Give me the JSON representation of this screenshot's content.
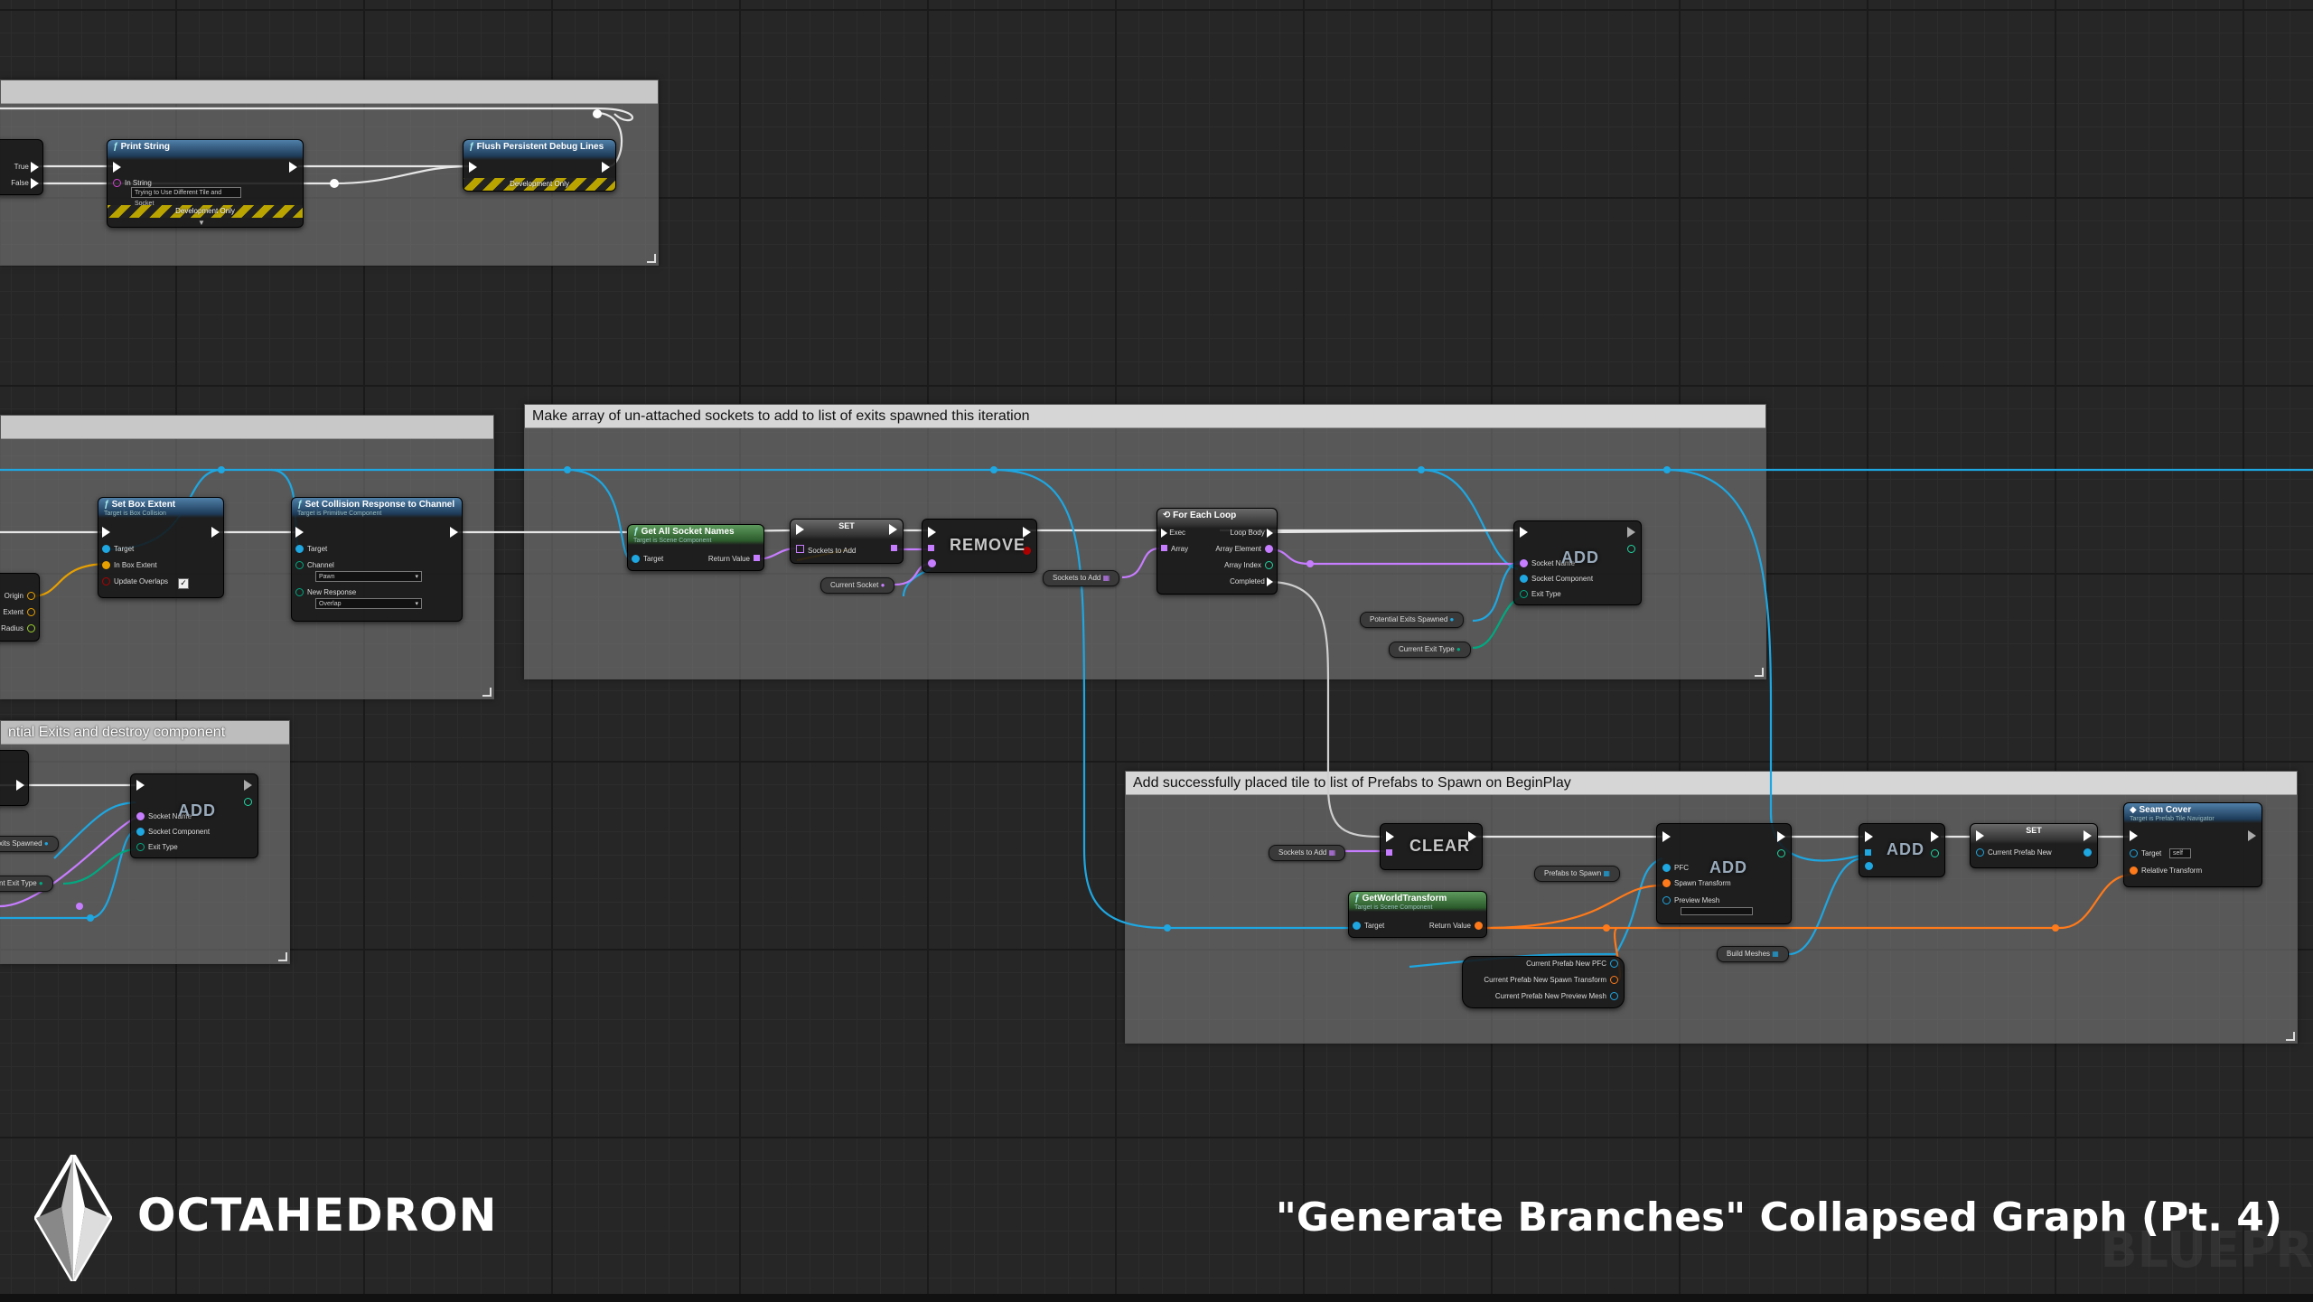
{
  "comments": {
    "c1": "",
    "c2": "",
    "c3": "Make array of un-attached sockets to add to list of exits spawned this iteration",
    "c4": "ntial Exits and destroy component",
    "c5": "Add successfully placed tile to list of Prefabs to Spawn on BeginPlay"
  },
  "branch": {
    "true": "True",
    "false": "False"
  },
  "print_string": {
    "title": "Print String",
    "in_string_label": "In String",
    "in_string_value": "Trying to Use Different Tile and Socket",
    "footer": "Development Only"
  },
  "flush": {
    "title": "Flush Persistent Debug Lines",
    "footer": "Development Only"
  },
  "set_box_extent": {
    "title": "Set Box Extent",
    "subtitle": "Target is Box Collision",
    "target": "Target",
    "in_box_extent": "In Box Extent",
    "update_overlaps": "Update Overlaps"
  },
  "left_pins": {
    "origin": "Origin",
    "extent": "Extent",
    "radius": "Radius"
  },
  "set_collision": {
    "title": "Set Collision Response to Channel",
    "subtitle": "Target is Primitive Component",
    "target": "Target",
    "channel": "Channel",
    "channel_value": "Pawn",
    "new_response": "New Response",
    "new_response_value": "Overlap"
  },
  "get_all_socket_names": {
    "title": "Get All Socket Names",
    "subtitle": "Target is Scene Component",
    "target": "Target",
    "return_value": "Return Value"
  },
  "set1": {
    "title": "SET",
    "pin": "Sockets to Add"
  },
  "remove": {
    "label": "REMOVE"
  },
  "vars": {
    "current_socket": "Current Socket",
    "sockets_to_add": "Sockets to Add",
    "potential_exits_spawned": "Potential Exits Spawned",
    "current_exit_type": "Current Exit Type",
    "sockets_to_add_2": "Sockets to Add",
    "prefabs_to_spawn": "Prefabs to Spawn",
    "build_meshes": "Build Meshes",
    "left_exits_spawned": "xits Spawned",
    "left_exit_type": "nt Exit Type"
  },
  "for_each": {
    "title": "For Each Loop",
    "exec": "Exec",
    "loop_body": "Loop Body",
    "array": "Array",
    "array_element": "Array Element",
    "array_index": "Array Index",
    "completed": "Completed"
  },
  "add1": {
    "label": "ADD",
    "socket_name": "Socket Name",
    "socket_component": "Socket Component",
    "exit_type": "Exit Type"
  },
  "add_left": {
    "label": "ADD",
    "socket_name": "Socket Name",
    "socket_component": "Socket Component",
    "exit_type": "Exit Type"
  },
  "clear": {
    "label": "CLEAR"
  },
  "get_world_transform": {
    "title": "GetWorldTransform",
    "subtitle": "Target is Scene Component",
    "target": "Target",
    "return_value": "Return Value"
  },
  "add_prefab": {
    "label": "ADD",
    "pfc": "PFC",
    "spawn_transform": "Spawn Transform",
    "preview_mesh": "Preview Mesh"
  },
  "current_prefab": {
    "pfc": "Current Prefab New PFC",
    "spawn": "Current Prefab New Spawn Transform",
    "mesh": "Current Prefab New Preview Mesh"
  },
  "add3": {
    "label": "ADD"
  },
  "set2": {
    "title": "SET",
    "pin": "Current Prefab New"
  },
  "seam_cover": {
    "title": "Seam Cover",
    "subtitle": "Target is Prefab Tile Navigator",
    "target": "Target",
    "target_value": "self",
    "relative_transform": "Relative Transform"
  },
  "footer": {
    "brand": "OCTAHEDRON",
    "caption": "\"Generate Branches\" Collapsed Graph (Pt. 4)",
    "watermark": "BLUEPR"
  },
  "colors": {
    "exec": "#ffffff",
    "object": "#1ea7e1",
    "name": "#c77dff",
    "struct": "#e8a000",
    "transform": "#ff7a1a",
    "enum": "#00a980",
    "bool": "#b00000"
  }
}
